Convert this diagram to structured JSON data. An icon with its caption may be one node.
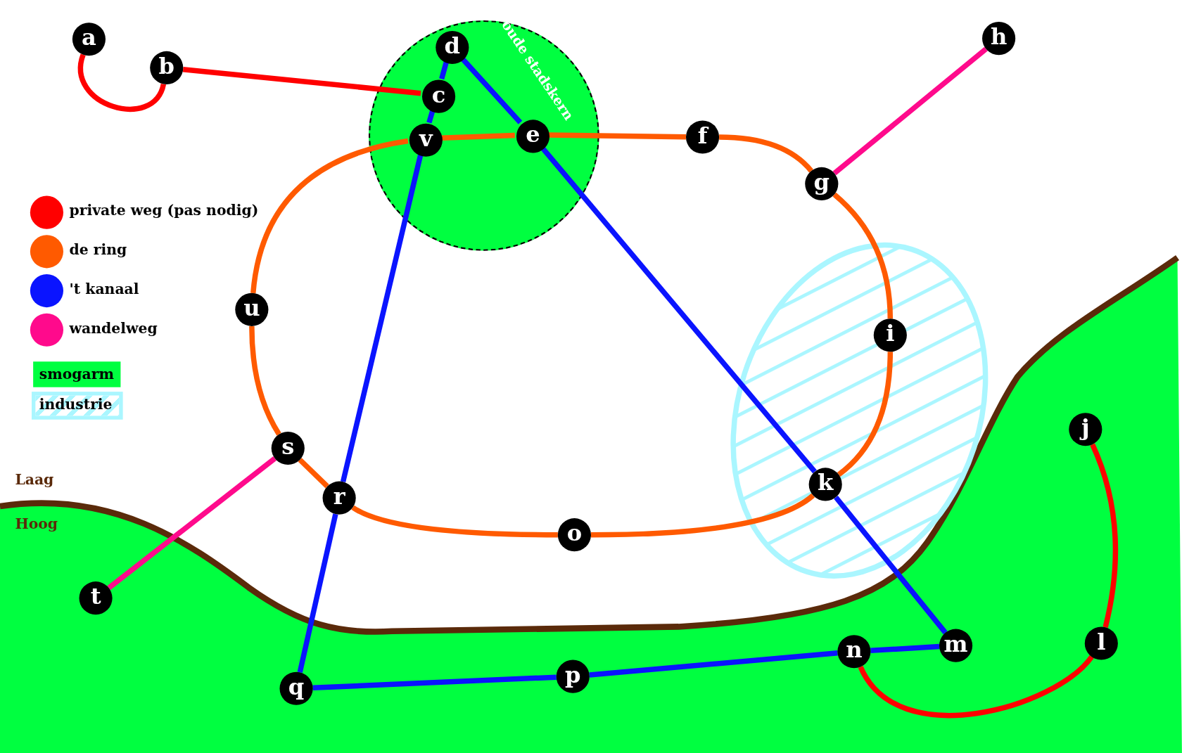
{
  "diagram": {
    "nodes": [
      {
        "text": [
          "oude stadskern"
        ]
      },
      {
        "text": [
          "a"
        ]
      },
      {
        "text": [
          "b"
        ]
      },
      {
        "text": [
          "c"
        ],
        "in": 0
      },
      {
        "text": [
          "d"
        ],
        "in": 0
      },
      {
        "text": [
          "e"
        ],
        "in": 0
      },
      {
        "text": [
          "f"
        ]
      },
      {
        "text": [
          "g"
        ]
      },
      {
        "text": [
          "h"
        ]
      },
      {
        "text": [
          "i"
        ]
      },
      {
        "text": [
          "j"
        ]
      },
      {
        "text": [
          "k"
        ]
      },
      {
        "text": [
          "l"
        ]
      },
      {
        "text": [
          "m"
        ]
      },
      {
        "text": [
          "n"
        ]
      },
      {
        "text": [
          "o"
        ]
      },
      {
        "text": [
          "p"
        ]
      },
      {
        "text": [
          "q"
        ]
      },
      {
        "text": [
          "r"
        ]
      },
      {
        "text": [
          "s"
        ]
      },
      {
        "text": [
          "t"
        ]
      },
      {
        "text": [
          "u"
        ]
      },
      {
        "text": [
          "v"
        ],
        "in": 0
      }
    ],
    "edges": [
      {
        "from": 1,
        "to": 2,
        "arrow": "none",
        "color": "#ff0000"
      },
      {
        "from": 2,
        "to": 3,
        "arrow": "none",
        "color": "#ff0000"
      },
      {
        "from": 10,
        "to": 12,
        "arrow": "none",
        "color": "#ff0000"
      },
      {
        "from": 12,
        "to": 14,
        "arrow": "none",
        "color": "#ff0000"
      },
      {
        "from": 22,
        "to": 5,
        "arrow": "none",
        "color": "#ff5a00"
      },
      {
        "from": 5,
        "to": 6,
        "arrow": "none",
        "color": "#ff5a00"
      },
      {
        "from": 6,
        "to": 7,
        "arrow": "none",
        "color": "#ff5a00"
      },
      {
        "from": 7,
        "to": 9,
        "arrow": "none",
        "color": "#ff5a00"
      },
      {
        "from": 9,
        "to": 11,
        "arrow": "none",
        "color": "#ff5a00"
      },
      {
        "from": 11,
        "to": 15,
        "arrow": "none",
        "color": "#ff5a00"
      },
      {
        "from": 15,
        "to": 18,
        "arrow": "none",
        "color": "#ff5a00"
      },
      {
        "from": 18,
        "to": 19,
        "arrow": "none",
        "color": "#ff5a00"
      },
      {
        "from": 19,
        "to": 21,
        "arrow": "none",
        "color": "#ff5a00"
      },
      {
        "from": 21,
        "to": 22,
        "arrow": "none",
        "color": "#ff5a00"
      },
      {
        "from": 4,
        "to": 3,
        "arrow": "none",
        "color": "#0a14ff"
      },
      {
        "from": 3,
        "to": 22,
        "arrow": "none",
        "color": "#0a14ff"
      },
      {
        "from": 22,
        "to": 18,
        "arrow": "none",
        "color": "#0a14ff"
      },
      {
        "from": 18,
        "to": 17,
        "arrow": "none",
        "color": "#0a14ff"
      },
      {
        "from": 17,
        "to": 16,
        "arrow": "none",
        "color": "#0a14ff"
      },
      {
        "from": 16,
        "to": 14,
        "arrow": "none",
        "color": "#0a14ff"
      },
      {
        "from": 14,
        "to": 13,
        "arrow": "none",
        "color": "#0a14ff"
      },
      {
        "from": 13,
        "to": 11,
        "arrow": "none",
        "color": "#0a14ff"
      },
      {
        "from": 11,
        "to": 5,
        "arrow": "none",
        "color": "#0a14ff"
      },
      {
        "from": 5,
        "to": 4,
        "arrow": "none",
        "color": "#0a14ff"
      },
      {
        "from": 7,
        "to": 8,
        "arrow": "none",
        "color": "#ff0a8c"
      },
      {
        "from": 19,
        "to": 20,
        "arrow": "none",
        "color": "#ff0a8c"
      }
    ],
    "labels": [
      "Laag",
      "Hoog"
    ],
    "legend": [
      {
        "text": "private weg (pas nodig)",
        "color": "#ff0000"
      },
      {
        "text": "de ring",
        "color": "#ff5a00"
      },
      {
        "text": "'t kanaal",
        "color": "#0a14ff"
      },
      {
        "text": "wandelweg",
        "color": "#ff0a8c"
      },
      {
        "text": "smogarm",
        "color": "#00ff40"
      },
      {
        "text": "industrie"
      }
    ]
  }
}
